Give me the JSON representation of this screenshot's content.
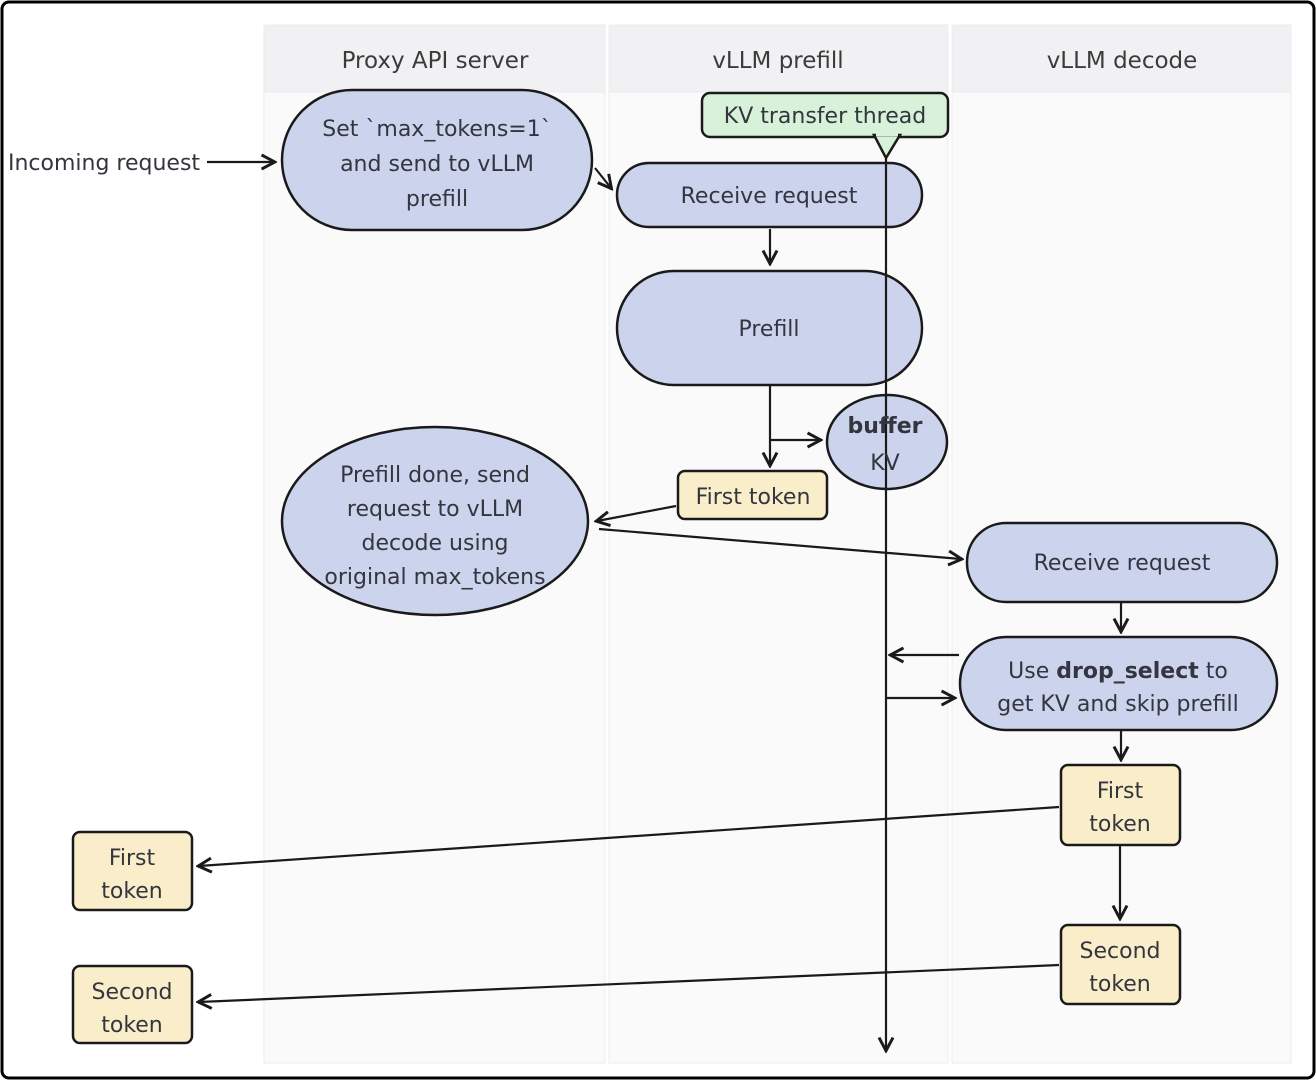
{
  "colors": {
    "node_fill": "#ccd3ec",
    "token_fill": "#faeeca",
    "thread_fill": "#d8f1d9",
    "lane_header_bg": "#f1f1f3",
    "lane_body_bg": "#fafafa",
    "stroke": "#1a1a1a"
  },
  "lanes": {
    "proxy": "Proxy API server",
    "prefill": "vLLM prefill",
    "decode": "vLLM decode"
  },
  "incoming_label": "Incoming request",
  "proxy_node": {
    "l1": "Set `max_tokens=1`",
    "l2": "and send to vLLM",
    "l3": "prefill"
  },
  "kv_thread_label": "KV transfer thread",
  "receive_request_prefill": "Receive request",
  "prefill_label": "Prefill",
  "buffer_node": {
    "bold": "buffer",
    "kv": "KV"
  },
  "first_token_prefill": "First token",
  "prefill_done": {
    "l1": "Prefill done, send",
    "l2": "request to vLLM",
    "l3": "decode using",
    "l4": "original max_tokens"
  },
  "receive_request_decode": "Receive request",
  "drop_select": {
    "pre": "Use",
    "bold": "drop_select",
    "post": "to",
    "l2": "get KV and skip prefill"
  },
  "first_token_decode": {
    "l1": "First",
    "l2": "token"
  },
  "second_token_decode": {
    "l1": "Second",
    "l2": "token"
  },
  "first_token_out": {
    "l1": "First",
    "l2": "token"
  },
  "second_token_out": {
    "l1": "Second",
    "l2": "token"
  }
}
